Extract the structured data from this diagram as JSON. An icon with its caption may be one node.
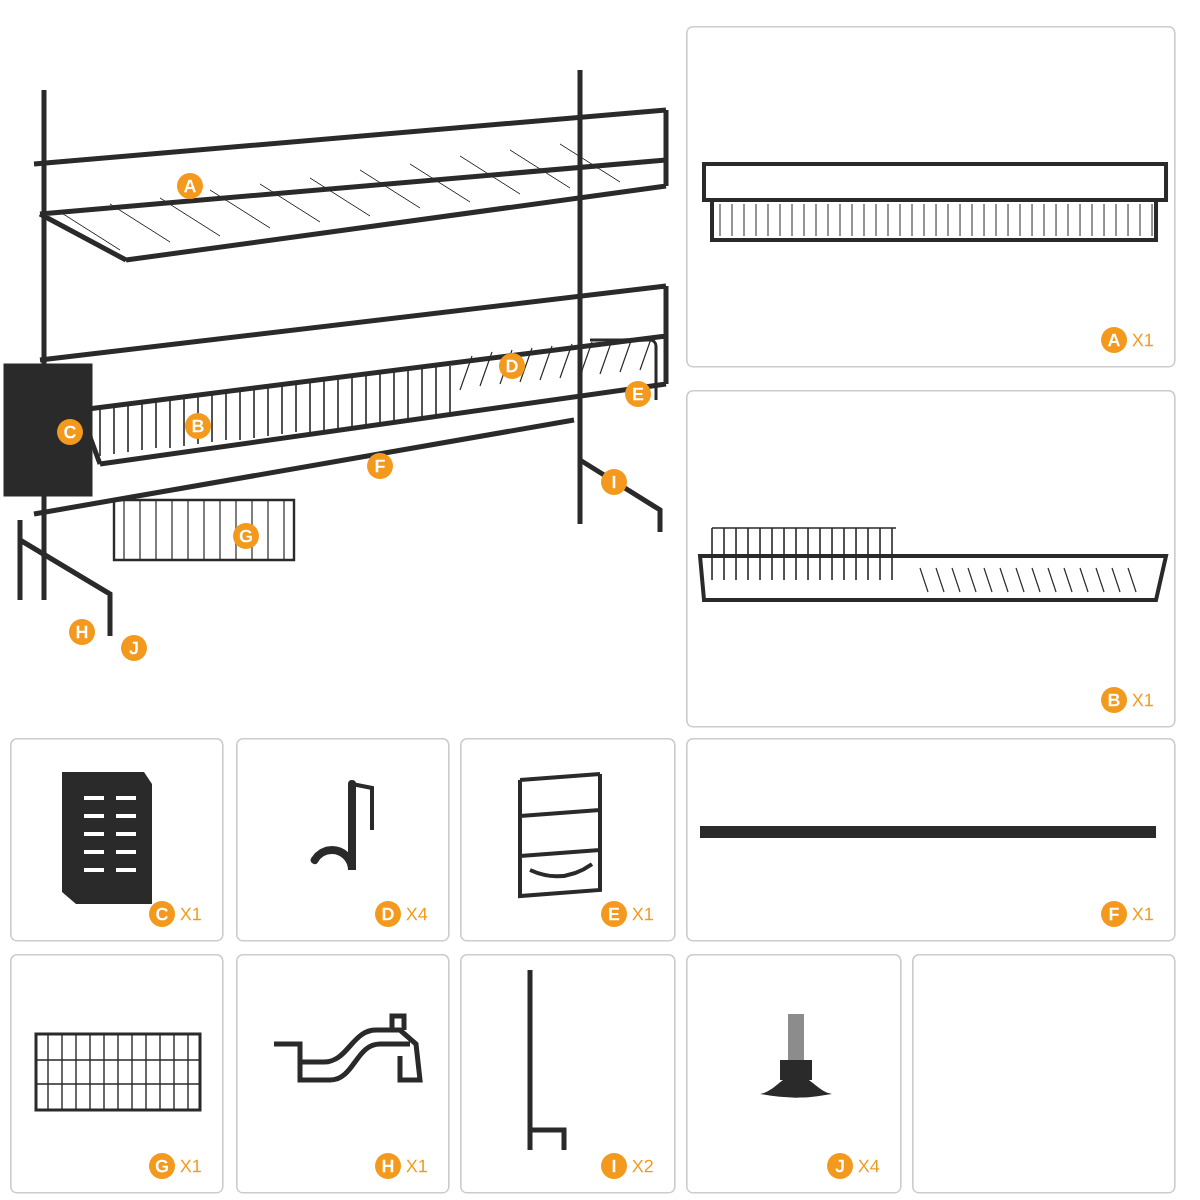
{
  "diagram": {
    "nodes": [
      {
        "text": [
          "A"
        ]
      },
      {
        "text": [
          "B"
        ]
      },
      {
        "text": [
          "C"
        ]
      },
      {
        "text": [
          "D"
        ]
      },
      {
        "text": [
          "E"
        ]
      },
      {
        "text": [
          "F"
        ]
      },
      {
        "text": [
          "G"
        ]
      },
      {
        "text": [
          "H"
        ]
      },
      {
        "text": [
          "I"
        ]
      },
      {
        "text": [
          "J"
        ]
      },
      {
        "text": [],
        "shape": "box"
      },
      {
        "text": [
          "A"
        ],
        "in": 10,
        "beside": [
          "X1"
        ]
      },
      {
        "text": [],
        "shape": "box"
      },
      {
        "text": [
          "B"
        ],
        "in": 12,
        "beside": [
          "X1"
        ]
      },
      {
        "text": [],
        "shape": "box"
      },
      {
        "text": [
          "C"
        ],
        "in": 14,
        "beside": [
          "X1"
        ]
      },
      {
        "text": [],
        "shape": "box"
      },
      {
        "text": [
          "D"
        ],
        "in": 16,
        "beside": [
          "X4"
        ]
      },
      {
        "text": [],
        "shape": "box"
      },
      {
        "text": [
          "E"
        ],
        "in": 18,
        "beside": [
          "X1"
        ]
      },
      {
        "text": [],
        "shape": "box"
      },
      {
        "text": [
          "F"
        ],
        "in": 20,
        "beside": [
          "X1"
        ]
      },
      {
        "text": [],
        "shape": "box"
      },
      {
        "text": [
          "G"
        ],
        "in": 22,
        "beside": [
          "X1"
        ]
      },
      {
        "text": [],
        "shape": "box"
      },
      {
        "text": [
          "H"
        ],
        "in": 24,
        "beside": [
          "X1"
        ]
      },
      {
        "text": [],
        "shape": "box"
      },
      {
        "text": [
          "I"
        ],
        "in": 26,
        "beside": [
          "X2"
        ]
      },
      {
        "text": [],
        "shape": "box"
      },
      {
        "text": [
          "J"
        ],
        "in": 28,
        "beside": [
          "X4"
        ]
      },
      {
        "text": [],
        "shape": "box"
      }
    ]
  }
}
